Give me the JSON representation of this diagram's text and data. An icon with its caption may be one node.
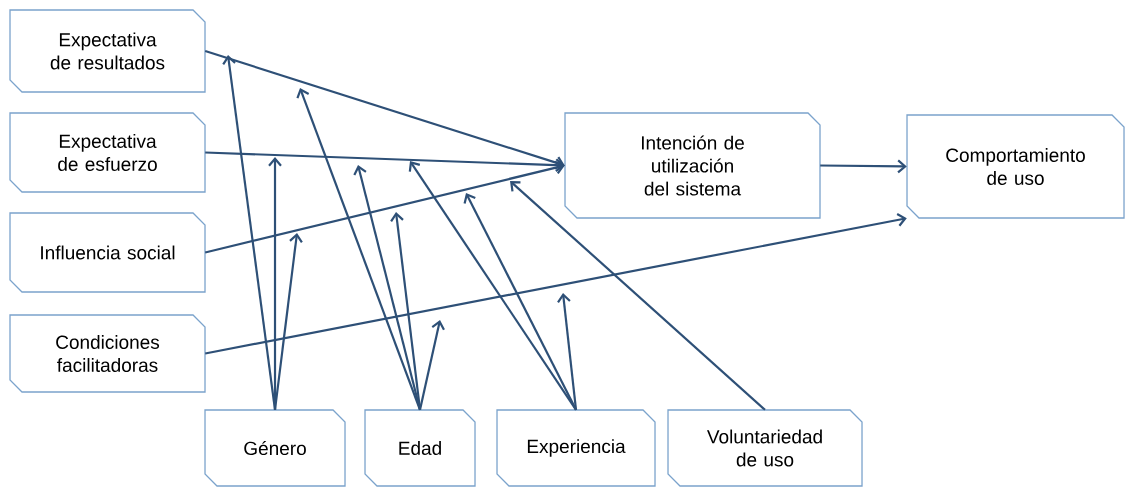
{
  "diagram": {
    "nodes": [
      {
        "text": [
          "Expectativa de resultados"
        ]
      },
      {
        "text": [
          "Expectativa de esfuerzo"
        ]
      },
      {
        "text": [
          "Influencia social"
        ]
      },
      {
        "text": [
          "Condiciones facilitadoras"
        ]
      },
      {
        "text": [
          "Intención de utilización del sistema"
        ]
      },
      {
        "text": [
          "Comportamiento de uso"
        ]
      },
      {
        "text": [
          "Género"
        ]
      },
      {
        "text": [
          "Edad"
        ]
      },
      {
        "text": [
          "Experiencia"
        ]
      },
      {
        "text": [
          "Voluntariedad de uso"
        ]
      }
    ],
    "edges": [
      {
        "from": 0,
        "to": 4,
        "arrow": "to"
      },
      {
        "from": 1,
        "to": 4,
        "arrow": "to"
      },
      {
        "from": 2,
        "to": 4,
        "arrow": "to"
      },
      {
        "from": 4,
        "to": 5,
        "arrow": "to"
      },
      {
        "from": 3,
        "to": 5,
        "arrow": "to"
      },
      {
        "from": 6,
        "to": null,
        "arrow": "to"
      },
      {
        "from": 6,
        "to": null,
        "arrow": "to"
      },
      {
        "from": 6,
        "to": null,
        "arrow": "to"
      },
      {
        "from": 7,
        "to": null,
        "arrow": "to"
      },
      {
        "from": 7,
        "to": null,
        "arrow": "to"
      },
      {
        "from": 7,
        "to": null,
        "arrow": "to"
      },
      {
        "from": 7,
        "to": null,
        "arrow": "to"
      },
      {
        "from": 8,
        "to": null,
        "arrow": "to"
      },
      {
        "from": 8,
        "to": null,
        "arrow": "to"
      },
      {
        "from": 8,
        "to": null,
        "arrow": "to"
      },
      {
        "from": 9,
        "to": null,
        "arrow": "to"
      }
    ]
  }
}
